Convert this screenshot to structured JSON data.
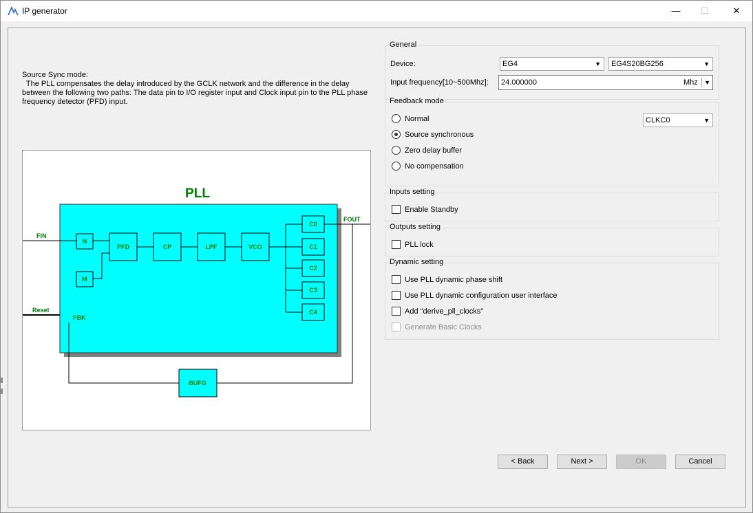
{
  "window": {
    "title": "IP generator",
    "minimize_label": "—",
    "maximize_label": "☐",
    "close_label": "✕"
  },
  "description": {
    "lines": [
      "Source Sync mode:",
      "  The PLL compensates the delay introduced by the GCLK network and the difference in the delay",
      "between the following two paths: The data pin to I/O register input and Clock input pin to the PLL phase",
      "frequency detector (PFD) input."
    ]
  },
  "diagram": {
    "title": "PLL",
    "blocks": {
      "n": "N",
      "m": "M",
      "pfd": "PFD",
      "cp": "CP",
      "lpf": "LPF",
      "vco": "VCO",
      "bufg": "BUFG"
    },
    "outputs": [
      "C0",
      "C1",
      "C2",
      "C3",
      "C4"
    ],
    "signals": {
      "fin": "FIN",
      "reset": "Reset",
      "fbk": "FBK",
      "fout": "FOUT"
    },
    "colors": {
      "pll_fill": "#00ffff",
      "label_green": "#008000",
      "shadow": "#808080"
    }
  },
  "general": {
    "title": "General",
    "device_label": "Device:",
    "device_family": "EG4",
    "device_part": "EG4S20BG256",
    "freq_label": "Input frequency[10~500Mhz]:",
    "freq_value": "24.000000",
    "freq_unit": "Mhz"
  },
  "feedback": {
    "title": "Feedback mode",
    "options": [
      "Normal",
      "Source synchronous",
      "Zero delay buffer",
      "No compensation"
    ],
    "selected": "Source synchronous",
    "clock": "CLKC0"
  },
  "inputs": {
    "title": "Inputs setting",
    "enable_standby": "Enable Standby"
  },
  "outputs": {
    "title": "Outputs setting",
    "pll_lock": "PLL lock"
  },
  "dynamic": {
    "title": "Dynamic setting",
    "phase_shift": "Use PLL dynamic phase shift",
    "config_ui": "Use PLL dynamic configuration user interface",
    "derive_clocks": "Add \"derive_pll_clocks\"",
    "basic_clocks": "Generate Basic Clocks"
  },
  "buttons": {
    "back": "< Back",
    "next": "Next >",
    "ok": "OK",
    "cancel": "Cancel"
  }
}
